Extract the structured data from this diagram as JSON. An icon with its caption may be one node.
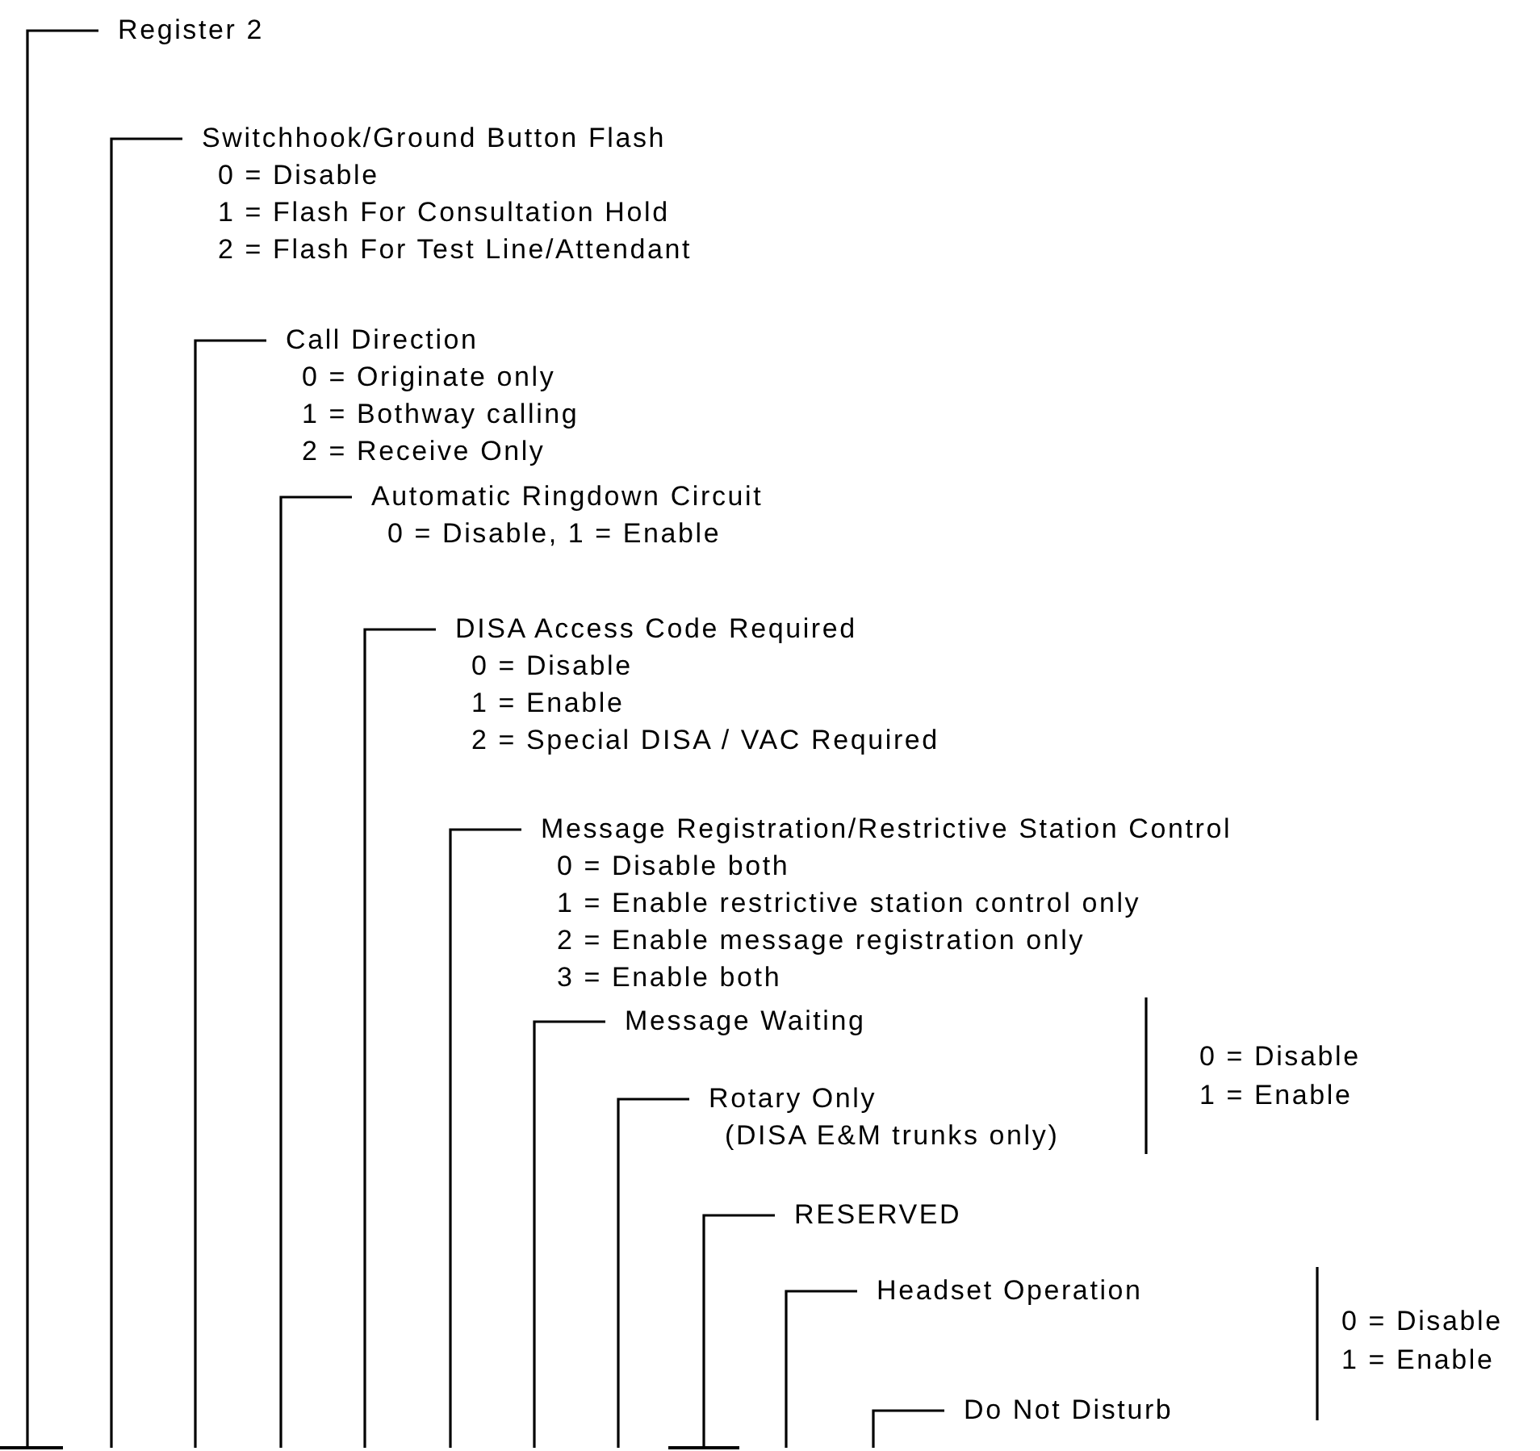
{
  "diagram": {
    "nodes": [
      {
        "text": [
          "Register 2"
        ]
      },
      {
        "text": [
          "Switchhook/Ground Button Flash",
          "0 = Disable",
          "1 = Flash For Consultation Hold",
          "2 = Flash For Test Line/Attendant"
        ]
      },
      {
        "text": [
          "Call Direction",
          "0 = Originate only",
          "1 = Bothway calling",
          "2 = Receive Only"
        ]
      },
      {
        "text": [
          "Automatic Ringdown Circuit",
          "0 = Disable, 1 = Enable"
        ]
      },
      {
        "text": [
          "DISA Access Code Required",
          "0 = Disable",
          "1 = Enable",
          "2 = Special DISA / VAC Required"
        ]
      },
      {
        "text": [
          "Message Registration/Restrictive Station Control",
          "0 = Disable both",
          "1 = Enable restrictive station control only",
          "2 = Enable message registration only",
          "3 = Enable both"
        ]
      },
      {
        "text": [
          "Message Waiting"
        ]
      },
      {
        "text": [
          "Rotary Only",
          "(DISA E&M trunks only)"
        ]
      },
      {
        "text": [
          "RESERVED"
        ]
      },
      {
        "text": [
          "Headset Operation"
        ]
      },
      {
        "text": [
          "Do Not Disturb"
        ]
      }
    ],
    "edges": [
      {
        "from": 0,
        "to": null,
        "arrow": "other"
      },
      {
        "from": 1,
        "to": null,
        "arrow": "none"
      },
      {
        "from": 2,
        "to": null,
        "arrow": "none"
      },
      {
        "from": 3,
        "to": null,
        "arrow": "none"
      },
      {
        "from": 4,
        "to": null,
        "arrow": "none"
      },
      {
        "from": 5,
        "to": null,
        "arrow": "none"
      },
      {
        "from": 6,
        "to": null,
        "arrow": "none"
      },
      {
        "from": 7,
        "to": null,
        "arrow": "none"
      },
      {
        "from": 8,
        "to": null,
        "arrow": "other"
      },
      {
        "from": 9,
        "to": null,
        "arrow": "none"
      },
      {
        "from": 10,
        "to": null,
        "arrow": "none"
      }
    ],
    "labels": [
      "0 = Disable",
      "1 = Enable",
      "0 = Disable",
      "1 = Enable"
    ]
  }
}
